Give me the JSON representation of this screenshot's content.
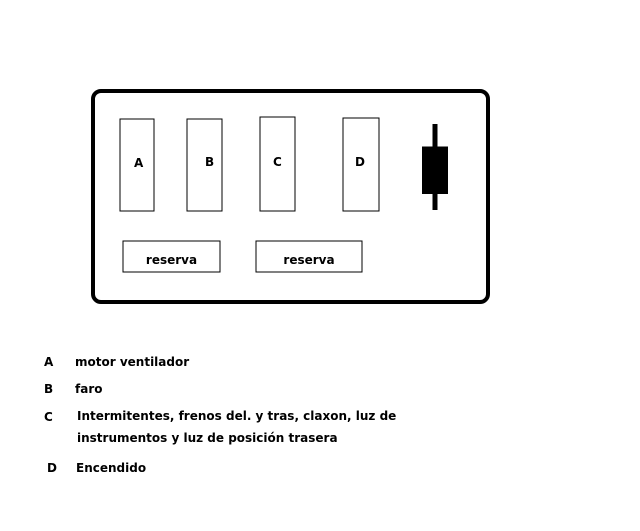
{
  "fuse_box": {
    "fuses": [
      {
        "label": "A"
      },
      {
        "label": "B"
      },
      {
        "label": "C"
      },
      {
        "label": "D"
      }
    ],
    "reserves": [
      {
        "label": "reserva"
      },
      {
        "label": "reserva"
      }
    ]
  },
  "legend": [
    {
      "key": "A",
      "text": "motor ventilador"
    },
    {
      "key": "B",
      "text": "faro"
    },
    {
      "key": "C",
      "text": "Intermitentes, frenos del. y tras, claxon, luz de"
    },
    {
      "key": "",
      "text": "instrumentos y luz de posición trasera"
    },
    {
      "key": "D",
      "text": "Encendido"
    }
  ]
}
